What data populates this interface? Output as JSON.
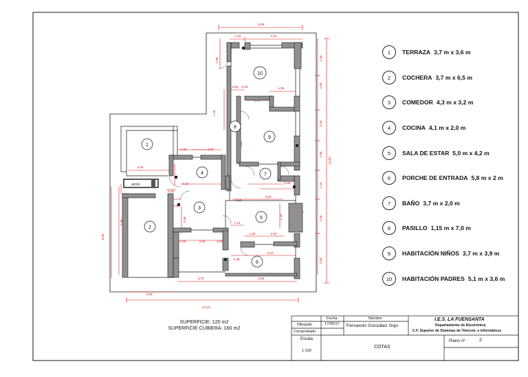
{
  "rooms": [
    {
      "num": "1",
      "name": "TERRAZA",
      "dims": "3,7 m x 3,6 m"
    },
    {
      "num": "2",
      "name": "COCHERA",
      "dims": "3,7 m x 6,5 m"
    },
    {
      "num": "3",
      "name": "COMEDOR",
      "dims": "4,3 m x 3,2 m"
    },
    {
      "num": "4",
      "name": "COCINA",
      "dims": "4,1 m x 2,0 m"
    },
    {
      "num": "5",
      "name": "SALA DE ESTAR",
      "dims": "5,0 m x 4,2 m"
    },
    {
      "num": "6",
      "name": "PORCHE DE ENTRADA",
      "dims": "5,8 m x 2 m"
    },
    {
      "num": "7",
      "name": "BAÑO",
      "dims": "3,7 m x 2,0 m"
    },
    {
      "num": "8",
      "name": "PASILLO",
      "dims": "1,15 m x 7,0 m"
    },
    {
      "num": "9",
      "name": "HABITACIÓN NIÑOS",
      "dims": "3,7 m x 3,9 m"
    },
    {
      "num": "10",
      "name": "HABITACIÓN PADRES",
      "dims": "5,1 m x 3,6 m"
    }
  ],
  "surface": {
    "total": "SUPERFICIE: 120 m2",
    "covered": "SUPERFICIE CUBIERA: 160 m2"
  },
  "title_block": {
    "col_fecha": "Fecha",
    "col_nombre": "Nombre",
    "row_dibujado": "Dibujado",
    "row_comprobado": "Comprobado",
    "date": "17/05/17",
    "author": "Fernando González Sojo",
    "school": "I.E.S. LA FUENSANTA",
    "department": "Departamento de Electrónica",
    "course": "C.F. Superior de Sistemas de Telecom. e Informáticos",
    "escala_label": "Escala",
    "escala_value": "1:100",
    "plan_title": "COTAS",
    "plano_label": "Plano nº :",
    "plano_value": "2"
  },
  "plan_labels": {
    "store_label": "arcón",
    "dims": {
      "d565": "5,65",
      "d122": "1,22",
      "d415": "4,15",
      "d106": "1,06",
      "d050": "0,50",
      "d040": "0,40",
      "d085": "0,85",
      "d175": "1,75",
      "d220": "2,20",
      "d200": "2,00",
      "d010": "0,10",
      "d300": "3,00",
      "d148": "1,48",
      "d370": "3,70",
      "d585": "5,85",
      "d390": "3,90",
      "d1410": "14,10",
      "d1400": "14,00",
      "d642": "6,42",
      "d650": "6,50",
      "d110": "1,10",
      "d150": "1,50",
      "d195": "1,95",
      "d240": "2,40",
      "d130": "1,30",
      "d120": "1,20",
      "d725": "7,25",
      "d160": "1,60"
    }
  },
  "colors": {
    "wall": "#909090",
    "dimension": "#e01010",
    "line": "#111111"
  },
  "icons": [
    "room-number-marker",
    "door-swing-arc"
  ]
}
